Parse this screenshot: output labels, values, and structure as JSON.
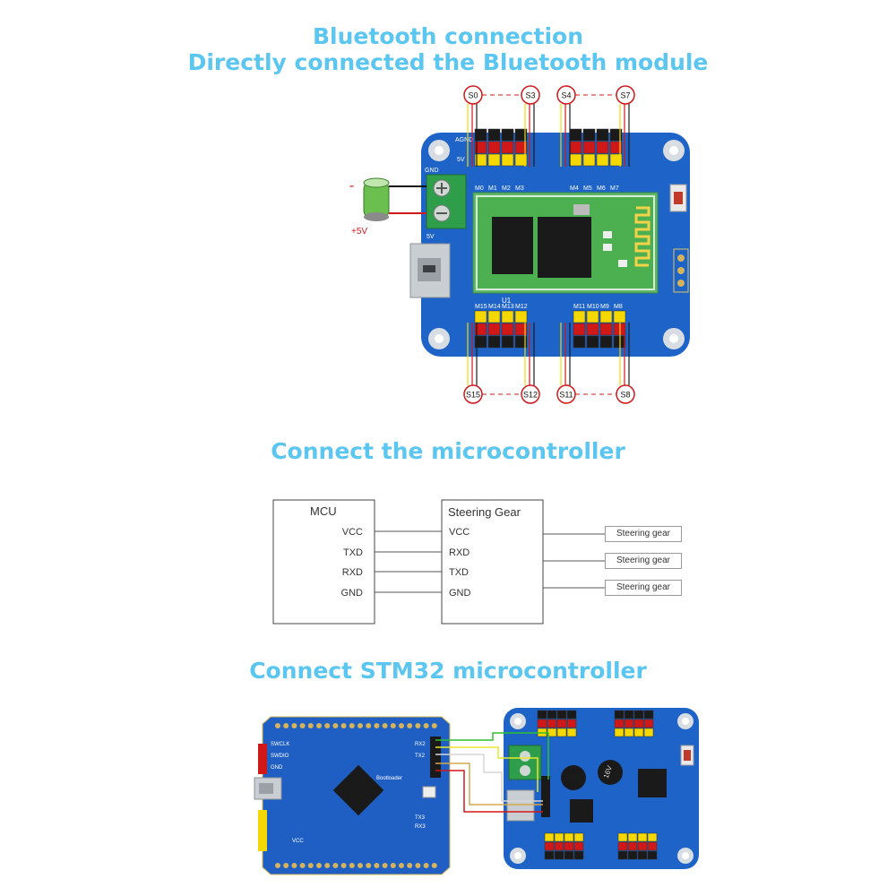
{
  "titles": {
    "bluetooth": "Bluetooth connection",
    "bluetooth_sub": "Directly connected  the Bluetooth module",
    "mcu": "Connect the microcontroller",
    "stm32": "Connect STM32 microcontroller"
  },
  "bt_board": {
    "top_tags": [
      "S0",
      "S3",
      "S4",
      "S7"
    ],
    "bottom_tags": [
      "S15",
      "S12",
      "S11",
      "S8"
    ],
    "top_ports": [
      "M0",
      "M1",
      "M2",
      "M3",
      "M4",
      "M5",
      "M6",
      "M7"
    ],
    "bottom_ports": [
      "M15",
      "M14",
      "M13",
      "M12",
      "M11",
      "M10",
      "M9",
      "M8"
    ],
    "power_minus": "-",
    "power_plus": "+5V",
    "side_labels": [
      "AGND",
      "5V",
      "GND",
      "5V"
    ],
    "chip_label": "U1"
  },
  "wiring": {
    "mcu_title": "MCU",
    "mcu_pins": [
      "VCC",
      "TXD",
      "RXD",
      "GND"
    ],
    "gear_title": "Steering  Gear",
    "gear_pins": [
      "VCC",
      "RXD",
      "TXD",
      "GND"
    ],
    "outputs": [
      "Steering gear",
      "Steering gear",
      "Steering gear"
    ]
  },
  "stm32": {
    "pin_labels": [
      "RX2",
      "TX2",
      "TX3",
      "RX3"
    ],
    "cap_label": "16V",
    "boot_label": "Bootloader",
    "core_labels": [
      "SWCLK",
      "SWDIO",
      "GND",
      "VCC"
    ]
  },
  "colors": {
    "title": "#5bc6ef",
    "board": "#1e63c8",
    "header_black": "#1a1a1a",
    "header_red": "#d11818",
    "header_yellow": "#f5d800",
    "bt_module": "#4caf50",
    "terminal": "#2e9e4a"
  }
}
